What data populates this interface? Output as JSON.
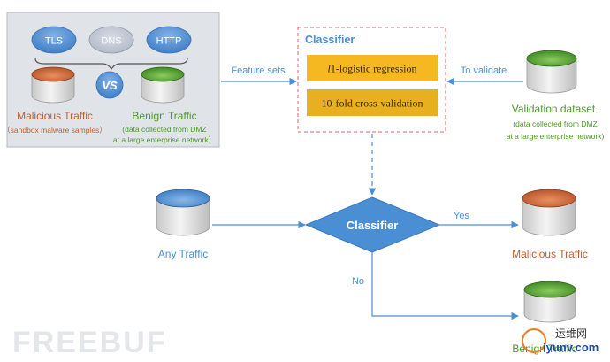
{
  "data_source": {
    "protocols": [
      "TLS",
      "DNS",
      "HTTP"
    ],
    "vs_label": "VS",
    "malicious": {
      "label": "Malicious Traffic",
      "note": "（sandbox malware samples）"
    },
    "benign": {
      "label": "Benign Traffic",
      "note_line1": "(data collected from DMZ",
      "note_line2": "at a large enterprise network）"
    }
  },
  "edges": {
    "feature_sets": "Feature sets",
    "to_validate": "To validate",
    "yes": "Yes",
    "no": "No"
  },
  "classifier_box": {
    "title": "Classifier",
    "method1_prefix": "l",
    "method1_rest": "1-logistic regression",
    "method2": "10-fold cross-validation"
  },
  "validation": {
    "label": "Validation dataset",
    "note_line1": "(data collected from DMZ",
    "note_line2": "at a large enterprise network)"
  },
  "any_traffic": {
    "label": "Any Traffic"
  },
  "decision": {
    "label": "Classifier"
  },
  "out_malicious": {
    "label": "Malicious Traffic"
  },
  "out_benign": {
    "label": "Benign Traffic"
  },
  "watermarks": {
    "left": "FREEBUF",
    "right_top": "运维网",
    "right_bottom": "iyunv.com"
  },
  "colors": {
    "blue": "#4a8fd4",
    "orange": "#c06030",
    "green": "#4d9a2a",
    "gold": "#f5b820",
    "red_dash": "#e06070",
    "panel": "#e0e3e8"
  }
}
